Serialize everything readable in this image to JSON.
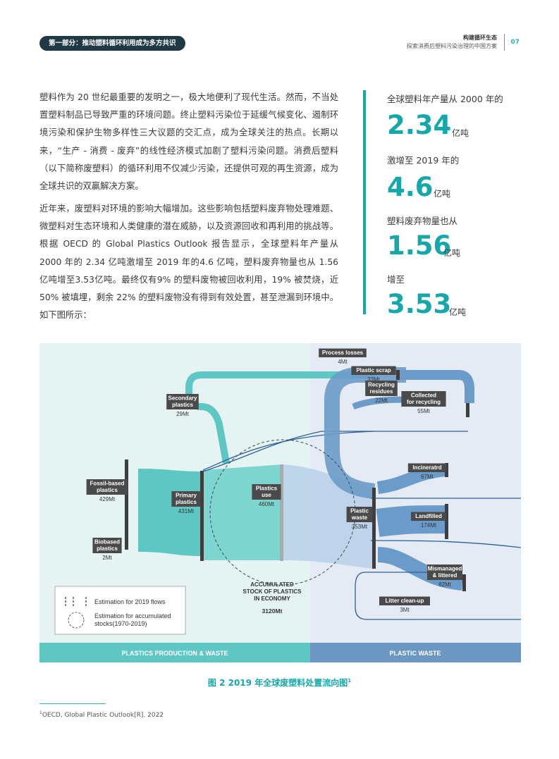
{
  "header": {
    "section_badge": "第一部分：推动塑料循环利用成为多方共识",
    "title": "构建循环生态",
    "subtitle": "探索消费后塑料污染治理的中国方案",
    "page_number": "07"
  },
  "body": {
    "paragraph1": "塑料作为 20 世纪最重要的发明之一，极大地便利了现代生活。然而，不当处置塑料制品已导致严重的环境问题。终止塑料污染位于延缓气候变化、遏制环境污染和保护生物多样性三大议题的交汇点，成为全球关注的热点。长期以来，“生产 - 消费 - 废弃”的线性经济模式加剧了塑料污染问题。消费后塑料（以下简称废塑料）的循环利用不仅减少污染，还提供可观的再生资源，成为全球共识的双赢解决方案。",
    "paragraph2": "近年来，废塑料对环境的影响大幅增加。这些影响包括塑料废弃物处理难题、微塑料对生态环境和人类健康的潜在威胁，以及资源回收和再利用的挑战等。根据 OECD 的 Global Plastics Outlook 报告显示，全球塑料年产量从 2000 年的 2.34 亿吨激增至 2019 年的4.6 亿吨，塑料废弃物量也从 1.56 亿吨增至3.53亿吨。最终仅有9% 的塑料废物被回收利用，19% 被焚烧，近 50% 被填埋，剩余 22% 的塑料废物没有得到有效处置，甚至泄漏到环境中。如下图所示："
  },
  "stats": [
    {
      "label": "全球塑料年产量从 2000 年的",
      "value": "2.34",
      "unit": "亿吨"
    },
    {
      "label": "激增至 2019 年的",
      "value": "4.6",
      "unit": "亿吨"
    },
    {
      "label": "塑料废弃物量也从",
      "value": "1.56",
      "unit": "亿吨"
    },
    {
      "label": "增至",
      "value": "3.53",
      "unit": "亿吨"
    }
  ],
  "chart_data": {
    "type": "sankey",
    "nodes": [
      {
        "name": "Fossil-based plastics",
        "label": "Fossil-based\nplastics",
        "value": "429Mt"
      },
      {
        "name": "Biobased plastics",
        "label": "Biobased\nplastics",
        "value": "2Mt"
      },
      {
        "name": "Secondary plastics",
        "label": "Secondary\nplastics",
        "value": "29Mt"
      },
      {
        "name": "Primary plastics",
        "label": "Primary\nplastics",
        "value": "431Mt"
      },
      {
        "name": "Plastics use",
        "label": "Plastics\nuse",
        "value": "460Mt"
      },
      {
        "name": "Plastic waste",
        "label": "Plastic\nwaste",
        "value": "353Mt"
      },
      {
        "name": "Process losses",
        "label": "Process losses",
        "value": "4Mt"
      },
      {
        "name": "Plastic scrap",
        "label": "Plastic scrap",
        "value": "33Mt"
      },
      {
        "name": "Recycling residues",
        "label": "Recycling\nresidues",
        "value": "22Mt"
      },
      {
        "name": "Collected for recycling",
        "label": "Collected\nfor recycling",
        "value": "55Mt"
      },
      {
        "name": "Incinerated",
        "label": "Incineratrd",
        "value": "67Mt"
      },
      {
        "name": "Landfilled",
        "label": "Landfilled",
        "value": "174Mt"
      },
      {
        "name": "Mismanaged & littered",
        "label": "Mismanaged\n& littered",
        "value": "82Mt"
      },
      {
        "name": "Litter clean-up",
        "label": "Litter clean-up",
        "value": "3Mt"
      }
    ],
    "stock": {
      "label": "ACCUMULATED\nSTOCK OF PLASTICS\nIN ECONOMY",
      "value": "3120Mt"
    },
    "legend": [
      {
        "symbol": "dashed-bar",
        "label": "Estimation for 2019 flows"
      },
      {
        "symbol": "dashed-circle",
        "label": "Estimation for accumulated\nstocks(1970-2019)"
      }
    ],
    "sections": [
      {
        "label": "PLASTICS PRODUCTION & WASTE"
      },
      {
        "label": "PLASTIC WASTE"
      }
    ],
    "colors": {
      "production_flow": "#5ec7c3",
      "waste_flow": "#6b9bc8",
      "production_bg": "#e5f4f3",
      "waste_bg": "#e5ebf5",
      "production_band": "#5ec7c3",
      "waste_band": "#6c97c3",
      "node_bar": "#3e3e3e",
      "label_box": "#4a4a4a"
    }
  },
  "caption": {
    "text": "图 2 2019 年全球废塑料处置流向图",
    "ref": "1"
  },
  "footnote": {
    "ref": "1",
    "text": "OECD, Global Plastic Outlook[R]. 2022"
  }
}
